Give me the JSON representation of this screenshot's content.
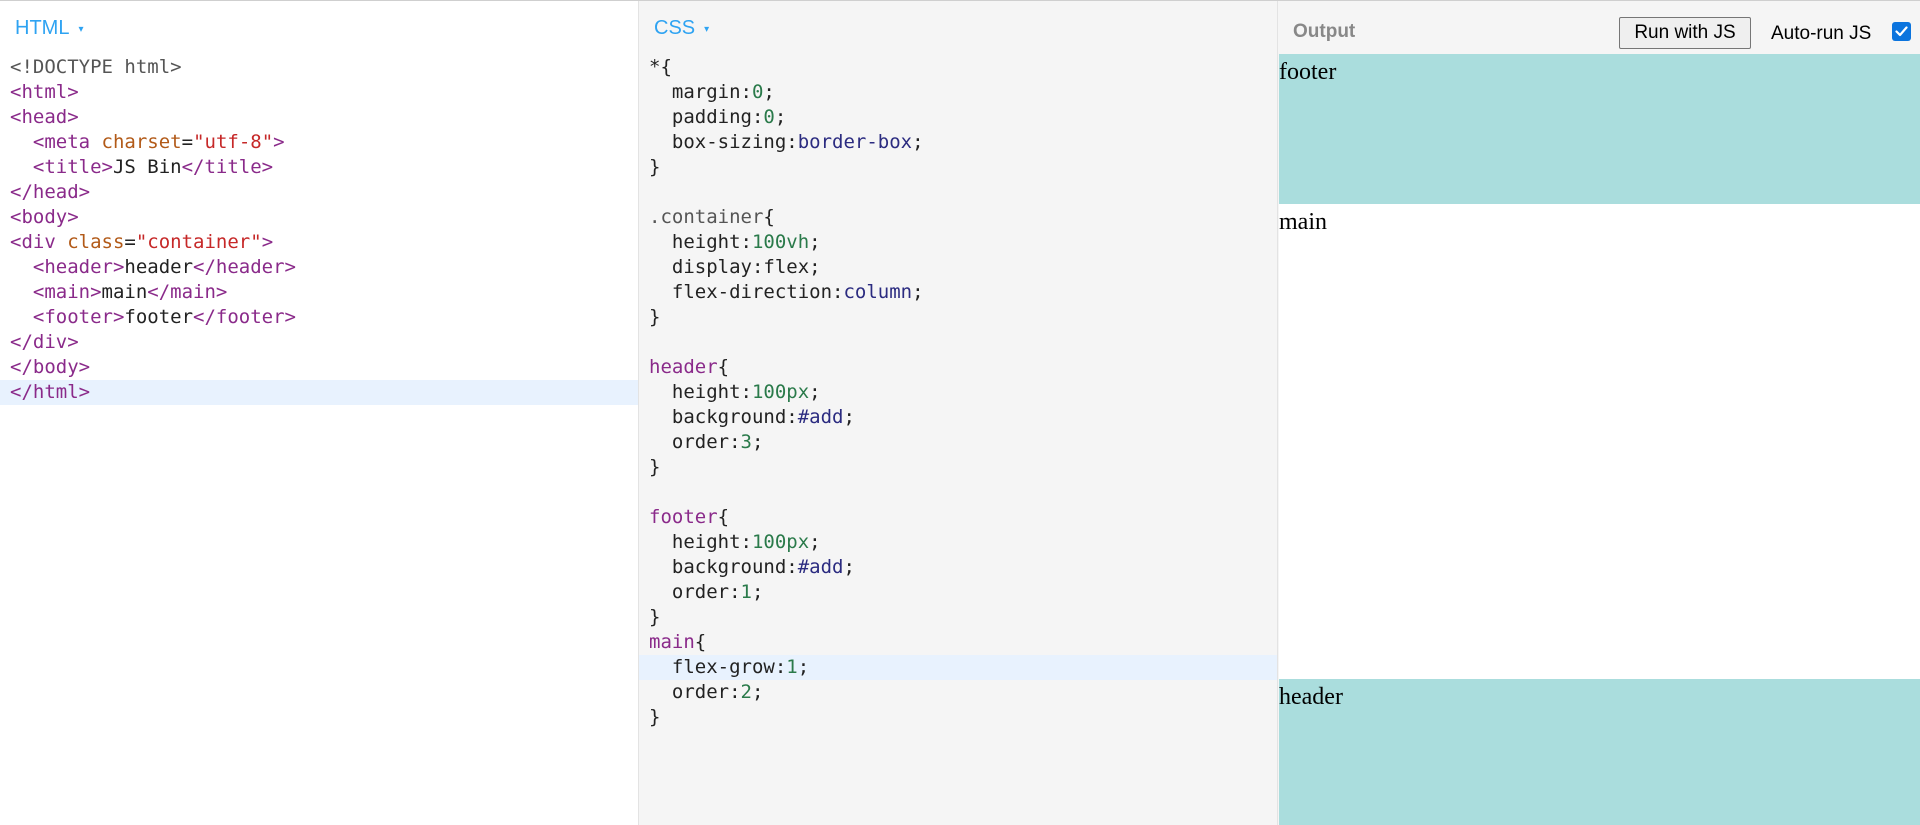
{
  "html_panel": {
    "label": "HTML",
    "caret": "▾",
    "active_line": 13,
    "lines": [
      [
        {
          "t": "doctype",
          "v": "<!DOCTYPE html>"
        }
      ],
      [
        {
          "t": "tag",
          "v": "<html>"
        }
      ],
      [
        {
          "t": "tag",
          "v": "<head>"
        }
      ],
      [
        {
          "t": "text",
          "v": "  "
        },
        {
          "t": "tag",
          "v": "<meta "
        },
        {
          "t": "attr",
          "v": "charset"
        },
        {
          "t": "text",
          "v": "="
        },
        {
          "t": "string",
          "v": "\"utf-8\""
        },
        {
          "t": "tag",
          "v": ">"
        }
      ],
      [
        {
          "t": "text",
          "v": "  "
        },
        {
          "t": "tag",
          "v": "<title>"
        },
        {
          "t": "text",
          "v": "JS Bin"
        },
        {
          "t": "tag",
          "v": "</title>"
        }
      ],
      [
        {
          "t": "tag",
          "v": "</head>"
        }
      ],
      [
        {
          "t": "tag",
          "v": "<body>"
        }
      ],
      [
        {
          "t": "tag",
          "v": "<div "
        },
        {
          "t": "attr",
          "v": "class"
        },
        {
          "t": "text",
          "v": "="
        },
        {
          "t": "string",
          "v": "\"container\""
        },
        {
          "t": "tag",
          "v": ">"
        }
      ],
      [
        {
          "t": "text",
          "v": "  "
        },
        {
          "t": "tag",
          "v": "<header>"
        },
        {
          "t": "text",
          "v": "header"
        },
        {
          "t": "tag",
          "v": "</header>"
        }
      ],
      [
        {
          "t": "text",
          "v": "  "
        },
        {
          "t": "tag",
          "v": "<main>"
        },
        {
          "t": "text",
          "v": "main"
        },
        {
          "t": "tag",
          "v": "</main>"
        }
      ],
      [
        {
          "t": "text",
          "v": "  "
        },
        {
          "t": "tag",
          "v": "<footer>"
        },
        {
          "t": "text",
          "v": "footer"
        },
        {
          "t": "tag",
          "v": "</footer>"
        }
      ],
      [
        {
          "t": "tag",
          "v": "</div>"
        }
      ],
      [
        {
          "t": "tag",
          "v": "</body>"
        }
      ],
      [
        {
          "t": "tag",
          "v": "</html>"
        }
      ]
    ]
  },
  "css_panel": {
    "label": "CSS",
    "caret": "▾",
    "active_line": 24,
    "lines": [
      [
        {
          "t": "punc",
          "v": "*{"
        }
      ],
      [
        {
          "t": "prop",
          "v": "  margin:"
        },
        {
          "t": "num",
          "v": "0"
        },
        {
          "t": "punc",
          "v": ";"
        }
      ],
      [
        {
          "t": "prop",
          "v": "  padding:"
        },
        {
          "t": "num",
          "v": "0"
        },
        {
          "t": "punc",
          "v": ";"
        }
      ],
      [
        {
          "t": "prop",
          "v": "  box-sizing:"
        },
        {
          "t": "val",
          "v": "border-box"
        },
        {
          "t": "punc",
          "v": ";"
        }
      ],
      [
        {
          "t": "punc",
          "v": "}"
        }
      ],
      [
        {
          "t": "text",
          "v": ""
        }
      ],
      [
        {
          "t": "class",
          "v": ".container"
        },
        {
          "t": "punc",
          "v": "{"
        }
      ],
      [
        {
          "t": "prop",
          "v": "  height:"
        },
        {
          "t": "num",
          "v": "100vh"
        },
        {
          "t": "punc",
          "v": ";"
        }
      ],
      [
        {
          "t": "prop",
          "v": "  display:"
        },
        {
          "t": "prop",
          "v": "flex"
        },
        {
          "t": "punc",
          "v": ";"
        }
      ],
      [
        {
          "t": "prop",
          "v": "  flex-direction:"
        },
        {
          "t": "val",
          "v": "column"
        },
        {
          "t": "punc",
          "v": ";"
        }
      ],
      [
        {
          "t": "punc",
          "v": "}"
        }
      ],
      [
        {
          "t": "text",
          "v": ""
        }
      ],
      [
        {
          "t": "selector",
          "v": "header"
        },
        {
          "t": "punc",
          "v": "{"
        }
      ],
      [
        {
          "t": "prop",
          "v": "  height:"
        },
        {
          "t": "num",
          "v": "100px"
        },
        {
          "t": "punc",
          "v": ";"
        }
      ],
      [
        {
          "t": "prop",
          "v": "  background:"
        },
        {
          "t": "val",
          "v": "#add"
        },
        {
          "t": "punc",
          "v": ";"
        }
      ],
      [
        {
          "t": "prop",
          "v": "  order:"
        },
        {
          "t": "num",
          "v": "3"
        },
        {
          "t": "punc",
          "v": ";"
        }
      ],
      [
        {
          "t": "punc",
          "v": "}"
        }
      ],
      [
        {
          "t": "text",
          "v": ""
        }
      ],
      [
        {
          "t": "selector",
          "v": "footer"
        },
        {
          "t": "punc",
          "v": "{"
        }
      ],
      [
        {
          "t": "prop",
          "v": "  height:"
        },
        {
          "t": "num",
          "v": "100px"
        },
        {
          "t": "punc",
          "v": ";"
        }
      ],
      [
        {
          "t": "prop",
          "v": "  background:"
        },
        {
          "t": "val",
          "v": "#add"
        },
        {
          "t": "punc",
          "v": ";"
        }
      ],
      [
        {
          "t": "prop",
          "v": "  order:"
        },
        {
          "t": "num",
          "v": "1"
        },
        {
          "t": "punc",
          "v": ";"
        }
      ],
      [
        {
          "t": "punc",
          "v": "}"
        }
      ],
      [
        {
          "t": "selector",
          "v": "main"
        },
        {
          "t": "punc",
          "v": "{"
        }
      ],
      [
        {
          "t": "prop",
          "v": "  flex-grow:"
        },
        {
          "t": "num",
          "v": "1"
        },
        {
          "t": "punc",
          "v": ";"
        }
      ],
      [
        {
          "t": "prop",
          "v": "  order:"
        },
        {
          "t": "num",
          "v": "2"
        },
        {
          "t": "punc",
          "v": ";"
        }
      ],
      [
        {
          "t": "punc",
          "v": "}"
        }
      ]
    ]
  },
  "output_panel": {
    "title": "Output",
    "run_button_label": "Run with JS",
    "autorun_label": "Auto-run JS",
    "autorun_checked": true,
    "preview": {
      "footer_text": "footer",
      "main_text": "main",
      "header_text": "header",
      "block_color": "#aadddd"
    }
  }
}
